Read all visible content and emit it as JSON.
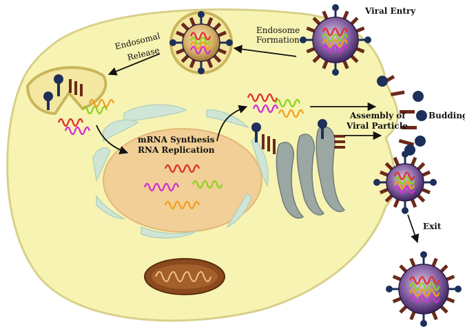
{
  "labels": {
    "viral_entry": "Viral Entry",
    "endosome_formation": [
      "Endosome",
      "Formation"
    ],
    "endosomal_release": [
      "Endosomal",
      "Release"
    ],
    "mrna_synthesis": "mRNA Synthesis",
    "rna_replication": "RNA Replication",
    "assembly": [
      "Assembly of",
      "Viral Particle"
    ],
    "budding": "Budding",
    "exit": "Exit"
  },
  "colors": {
    "cytoplasm": "#f7f3b3",
    "cell_outline": "#d8d08a",
    "nucleus": "#f1cf97",
    "er": "#cfe6d6",
    "golgi": "#9aa7a2",
    "mitochondrion": "#8a4a1e",
    "virion_core": "#6e4a8c",
    "spike_brown": "#6a2a1a",
    "spike_navy": "#1d2f5a",
    "rna_red": "#e0302a",
    "rna_magenta": "#d22fd2",
    "rna_green": "#8fd11e",
    "rna_orange": "#f0a020"
  }
}
